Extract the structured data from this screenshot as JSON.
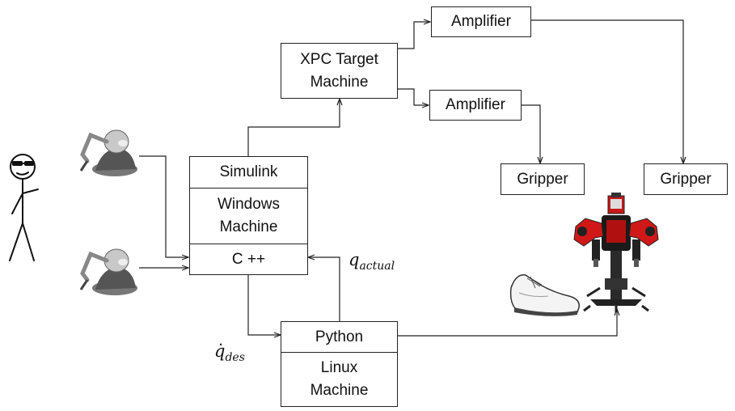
{
  "nodes": {
    "amplifier_top": "Amplifier",
    "xpc_line1": "XPC Target",
    "xpc_line2": "Machine",
    "amplifier_bottom": "Amplifier",
    "gripper_left": "Gripper",
    "gripper_right": "Gripper",
    "windows": {
      "top": "Simulink",
      "mid_line1": "Windows",
      "mid_line2": "Machine",
      "bottom": "C ++"
    },
    "linux": {
      "top": "Python",
      "bottom_line1": "Linux",
      "bottom_line2": "Machine"
    }
  },
  "math": {
    "q_actual_base": "q",
    "q_actual_sub": "actual",
    "qdot_des_base": "q̇",
    "qdot_des_sub": "des"
  },
  "icons": [
    "stick-figure-operator",
    "haptic-device",
    "haptic-device",
    "shoe",
    "baxter-robot"
  ],
  "colors": {
    "robot_red": "#d01818",
    "line": "#222222"
  }
}
